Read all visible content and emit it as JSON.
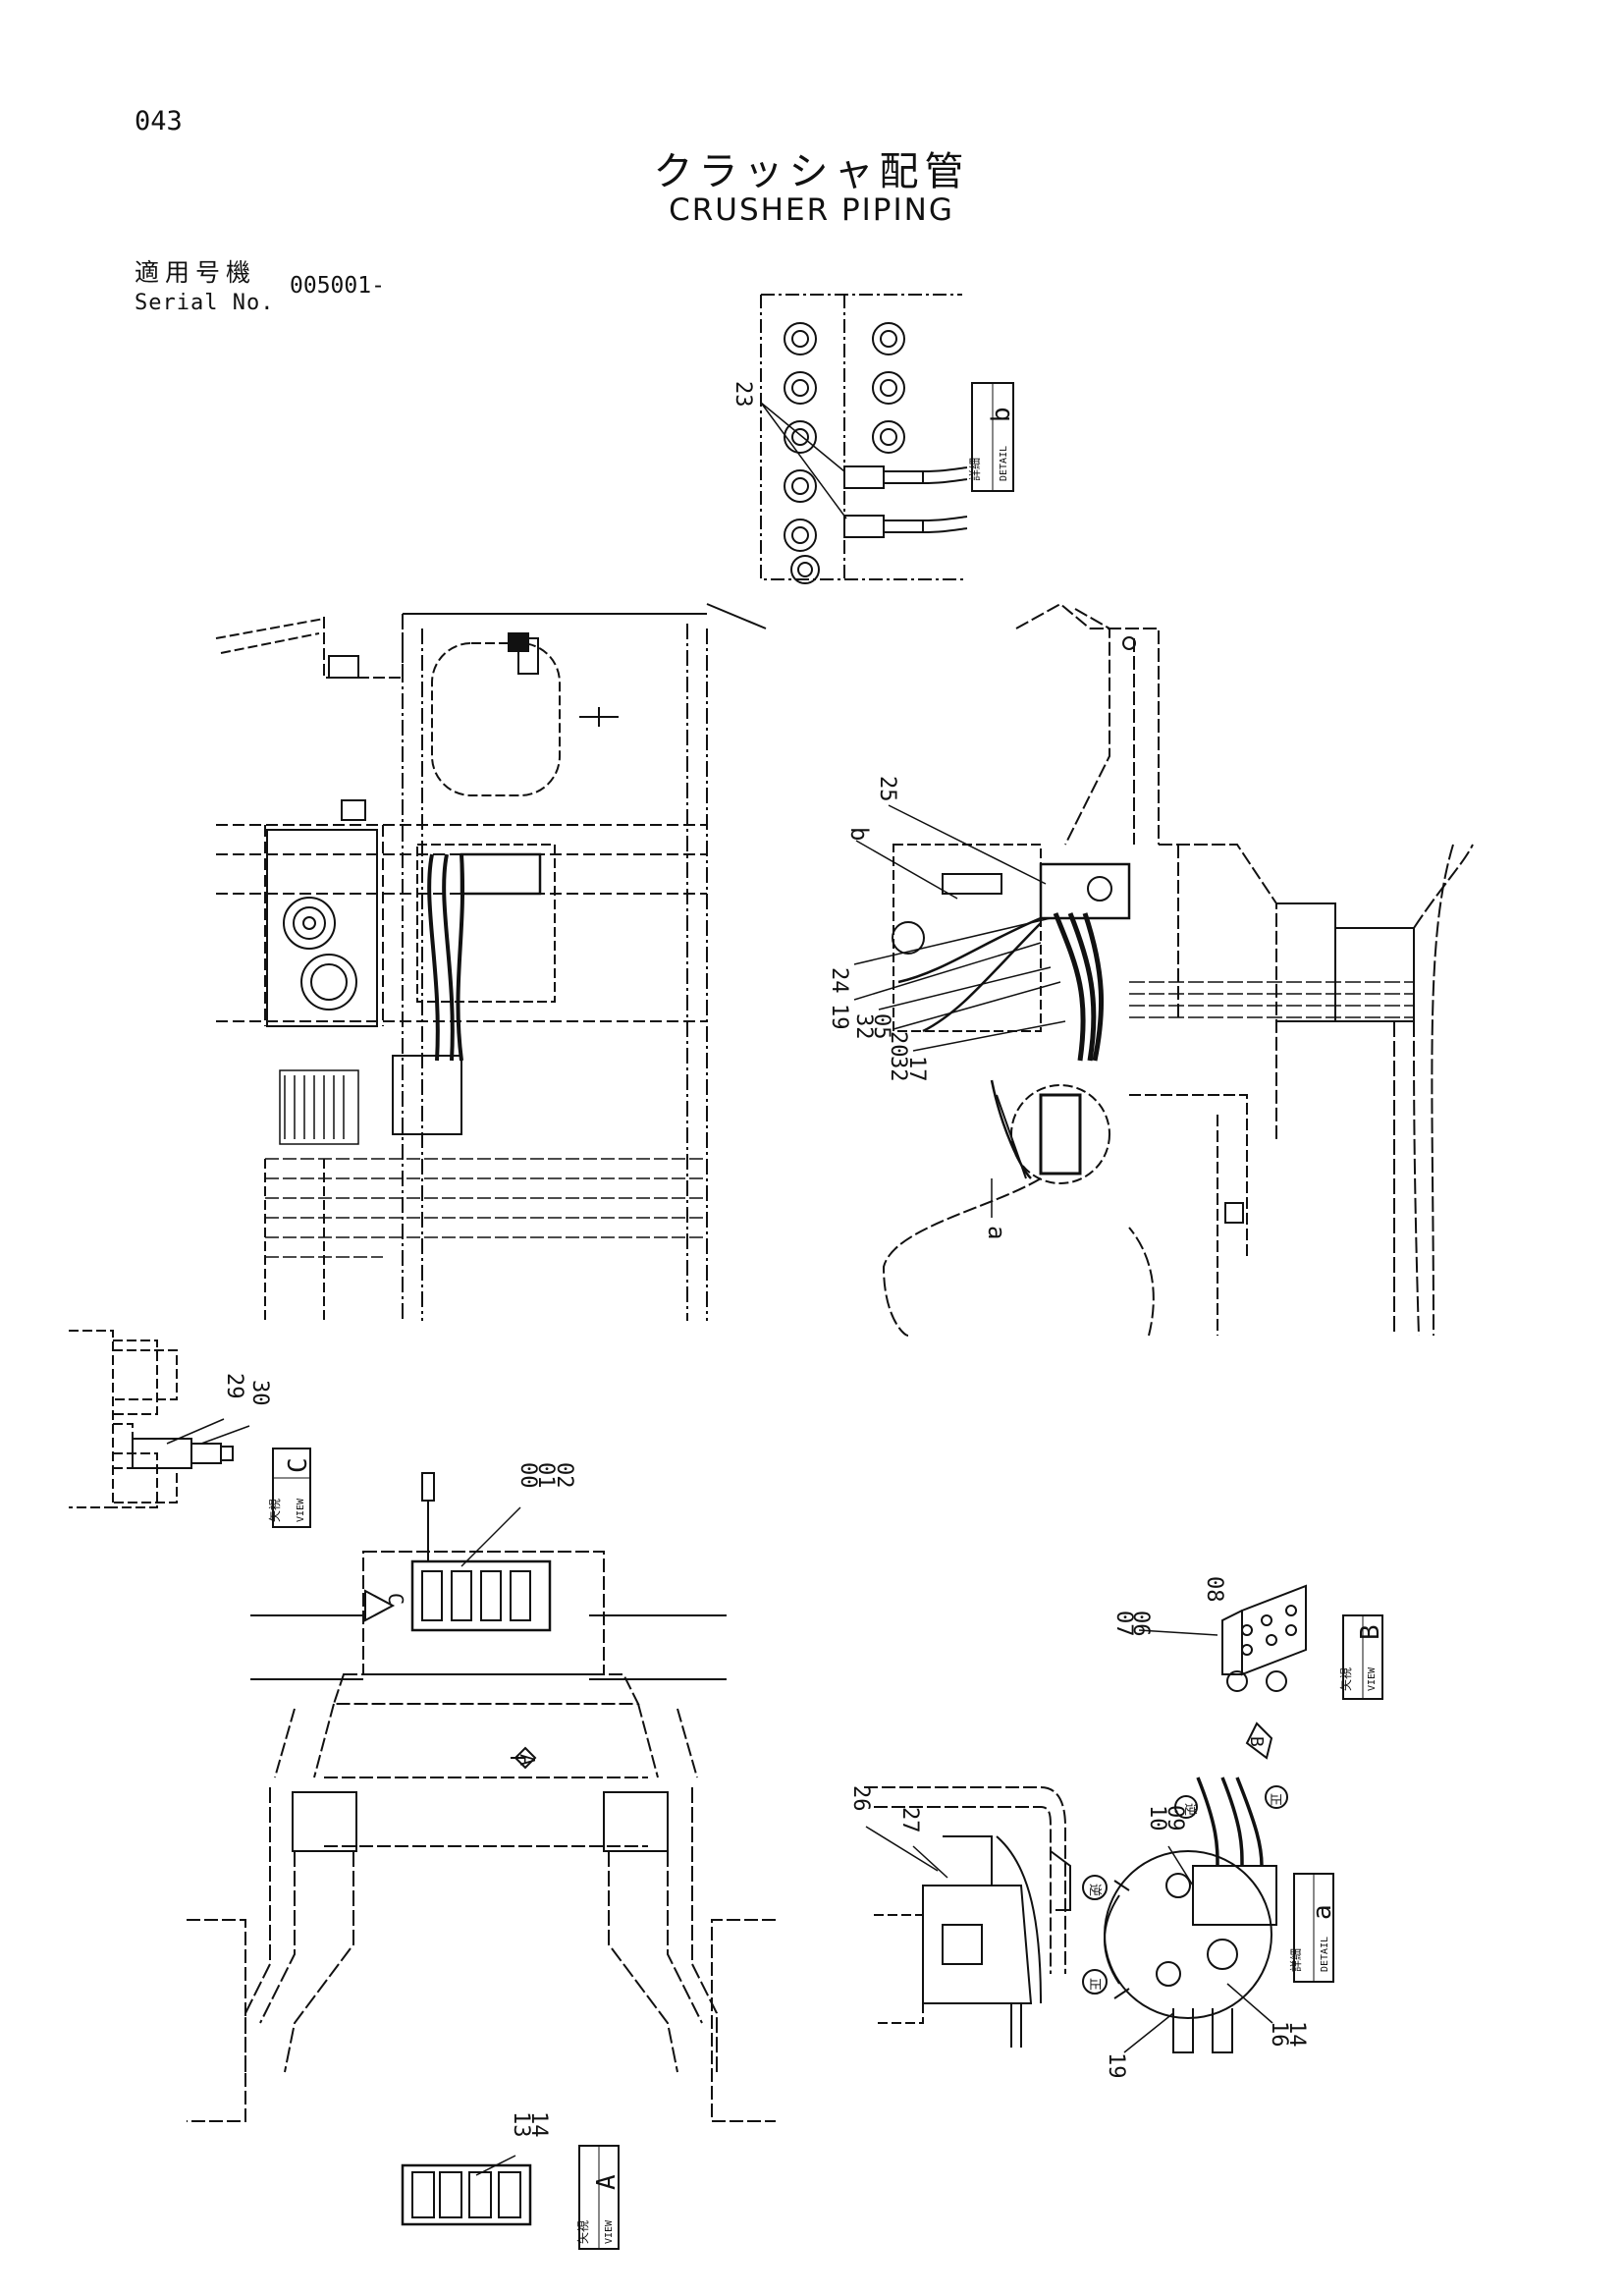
{
  "header": {
    "page_number": "043",
    "title_jp": "クラッシャ配管",
    "title_en": "CRUSHER PIPING",
    "serial_label_jp": "適用号機",
    "serial_label_en": "Serial No.",
    "serial_value": "005001-"
  },
  "detail_labels": {
    "detail_b": {
      "jp": "詳細",
      "en": "DETAIL",
      "letter": "b"
    },
    "detail_a": {
      "jp": "詳細",
      "en": "DETAIL",
      "letter": "a"
    },
    "view_c": {
      "jp": "矢視",
      "en": "VIEW",
      "letter": "C"
    },
    "view_b": {
      "jp": "矢視",
      "en": "VIEW",
      "letter": "B"
    },
    "view_a": {
      "jp": "矢視",
      "en": "VIEW",
      "letter": "A"
    }
  },
  "markers": {
    "b": "b",
    "a": "a",
    "arrow_a": "A",
    "arrow_b": "B",
    "arrow_c": "C",
    "rot_1": "逆",
    "rot_2": "正",
    "rot_3": "逆",
    "rot_4": "正"
  },
  "callouts": {
    "c23": "23",
    "c25": "25",
    "c24": "24",
    "c19a": "19",
    "c32a": "32",
    "c05": "05",
    "c32b": "32",
    "c20": "20",
    "c17": "17",
    "c29": "29",
    "c30": "30",
    "c00": "00",
    "c01": "01",
    "c02": "02",
    "c08": "08",
    "c07": "07",
    "c06": "06",
    "c26": "26",
    "c27": "27",
    "c10": "10",
    "c09": "09",
    "c19b": "19",
    "c16": "16",
    "c14a": "14",
    "c13": "13",
    "c14b": "14"
  }
}
